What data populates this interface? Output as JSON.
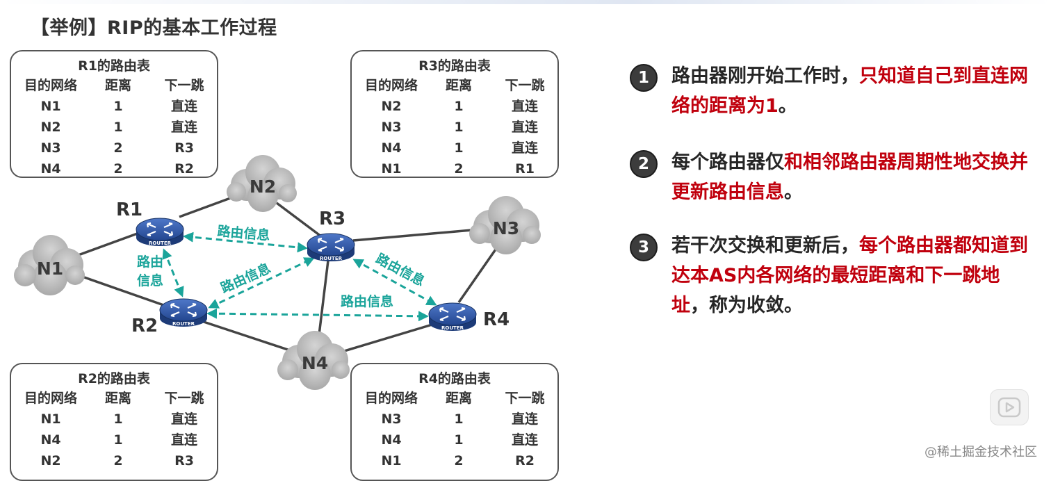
{
  "page": {
    "title": "【举例】RIP的基本工作过程"
  },
  "tables": {
    "r1": {
      "title": "R1的路由表",
      "head": [
        "目的网络",
        "距离",
        "下一跳"
      ],
      "rows": [
        [
          "N1",
          "1",
          "直连"
        ],
        [
          "N2",
          "1",
          "直连"
        ],
        [
          "N3",
          "2",
          "R3"
        ],
        [
          "N4",
          "2",
          "R2"
        ]
      ]
    },
    "r3": {
      "title": "R3的路由表",
      "head": [
        "目的网络",
        "距离",
        "下一跳"
      ],
      "rows": [
        [
          "N2",
          "1",
          "直连"
        ],
        [
          "N3",
          "1",
          "直连"
        ],
        [
          "N4",
          "1",
          "直连"
        ],
        [
          "N1",
          "2",
          "R1"
        ]
      ]
    },
    "r2": {
      "title": "R2的路由表",
      "head": [
        "目的网络",
        "距离",
        "下一跳"
      ],
      "rows": [
        [
          "N1",
          "1",
          "直连"
        ],
        [
          "N4",
          "1",
          "直连"
        ],
        [
          "N2",
          "2",
          "R3"
        ]
      ]
    },
    "r4": {
      "title": "R4的路由表",
      "head": [
        "目的网络",
        "距离",
        "下一跳"
      ],
      "rows": [
        [
          "N3",
          "1",
          "直连"
        ],
        [
          "N4",
          "1",
          "直连"
        ],
        [
          "N1",
          "2",
          "R2"
        ]
      ]
    }
  },
  "diagram": {
    "routers": [
      {
        "id": "R1",
        "label": "R1",
        "badge": "ROUTER"
      },
      {
        "id": "R2",
        "label": "R2",
        "badge": "ROUTER"
      },
      {
        "id": "R3",
        "label": "R3",
        "badge": "ROUTER"
      },
      {
        "id": "R4",
        "label": "R4",
        "badge": "ROUTER"
      }
    ],
    "networks": [
      {
        "id": "N1",
        "label": "N1"
      },
      {
        "id": "N2",
        "label": "N2"
      },
      {
        "id": "N3",
        "label": "N3"
      },
      {
        "id": "N4",
        "label": "N4"
      }
    ],
    "exchange_labels": {
      "r1_r3": "路由信息",
      "r1_r2_line1": "路由",
      "r1_r2_line2": "信息",
      "r2_r3": "路由信息",
      "r3_r4": "路由信息",
      "r2_r4": "路由信息"
    },
    "colors": {
      "exchange": "#1aa49a",
      "link": "#444444",
      "cloud": "#bfbfbf",
      "router": "#2a4f9e"
    }
  },
  "steps": [
    {
      "number": "1",
      "text_plain": "路由器刚开始工作时，",
      "text_highlight": "只知道自己到直连网络的距离为1",
      "text_tail": "。"
    },
    {
      "number": "2",
      "text_plain": "每个路由器仅",
      "text_highlight": "和相邻路由器周期性地交换并更新路由信息",
      "text_tail": "。"
    },
    {
      "number": "3",
      "text_plain": "若干次交换和更新后，",
      "text_highlight": "每个路由器都知道到达本AS内各网络的最短距离和下一跳地址",
      "text_tail": "，称为收敛。"
    }
  ],
  "watermark": "@稀土掘金技术社区",
  "colors": {
    "highlight": "#c0000d",
    "text": "#262626"
  }
}
